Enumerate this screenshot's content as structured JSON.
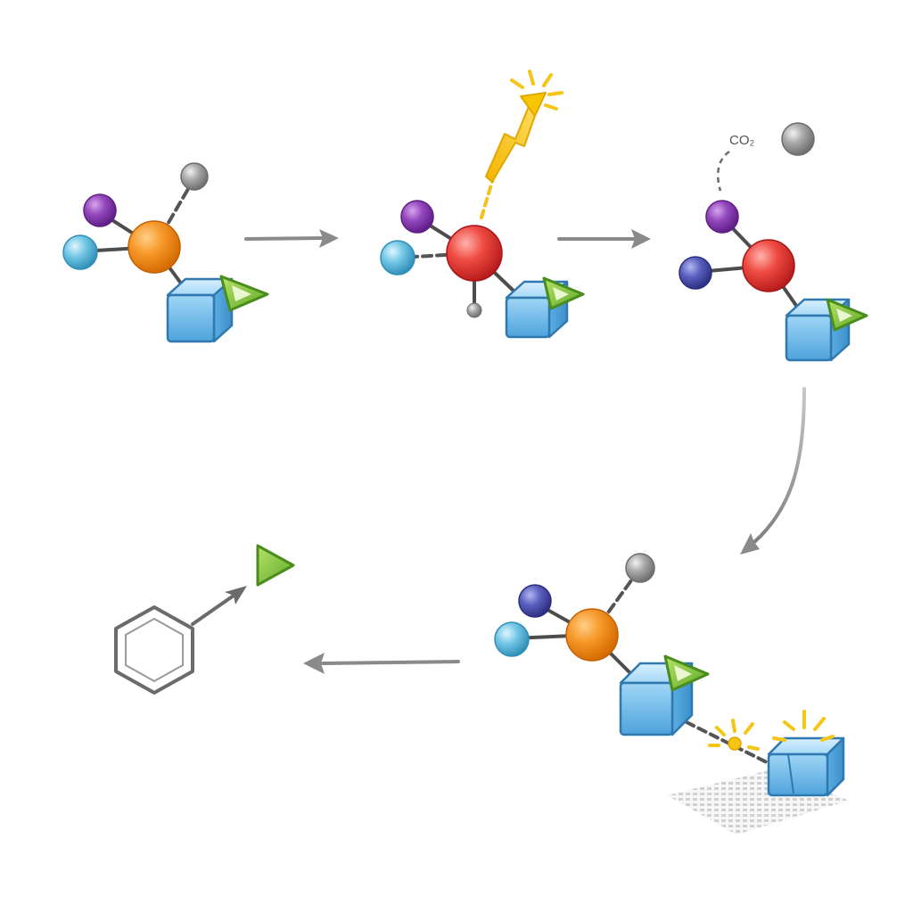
{
  "diagram": {
    "labels": {
      "co2": "CO₂"
    },
    "colors": {
      "orange": "#f08a1c",
      "red": "#e53935",
      "purple": "#8e3db5",
      "cyan": "#5bb8d8",
      "navy": "#4a4fa8",
      "gray": "#9e9e9e",
      "cube": "#6bb6e6",
      "triangle": "#7cc23a",
      "spark": "#f5c518",
      "arrow": "#8a8a8a"
    },
    "steps": [
      {
        "id": "step-1",
        "center_atom": "orange"
      },
      {
        "id": "step-2",
        "center_atom": "red"
      },
      {
        "id": "step-3",
        "center_atom": "red"
      },
      {
        "id": "step-4",
        "center_atom": "orange"
      },
      {
        "id": "step-5",
        "product": "hexagon ring"
      }
    ],
    "icons": [
      "atom",
      "cube",
      "triangle",
      "spark-arrow",
      "co2-gray-sphere",
      "surface-grid",
      "hexagon-ring"
    ]
  }
}
